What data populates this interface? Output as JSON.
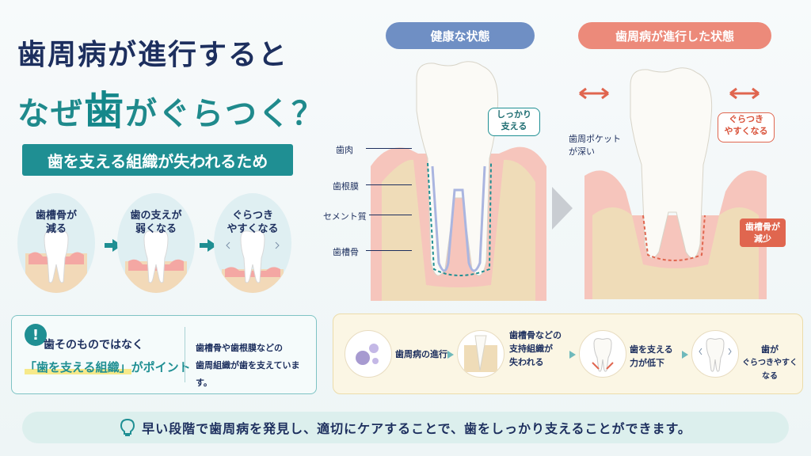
{
  "title": {
    "line1": "歯周病が進行すると",
    "line2_pre": "なぜ",
    "line2_big": "歯",
    "line2_post": "がぐらつく？"
  },
  "reason": "歯を支える組織が失われるため",
  "stages": [
    {
      "label_1": "歯槽骨が",
      "label_2": "減る"
    },
    {
      "label_1": "歯の支えが",
      "label_2": "弱くなる"
    },
    {
      "label_1": "ぐらつき",
      "label_2": "やすくなる"
    }
  ],
  "healthy": {
    "heading": "健康な状態",
    "callout_1": "しっかり",
    "callout_2": "支える",
    "labels": [
      "歯肉",
      "歯根膜",
      "セメント質",
      "歯槽骨"
    ]
  },
  "diseased": {
    "heading": "歯周病が進行した状態",
    "pocket_1": "歯周ポケット",
    "pocket_2": "が深い",
    "wobble_1": "ぐらつき",
    "wobble_2": "やすくなる",
    "bone_1": "歯槽骨が",
    "bone_2": "減少"
  },
  "note": {
    "icon": "exclamation-icon",
    "line1": "歯そのものではなく",
    "line2_quote": "「歯を支える組織」",
    "line2_post": "がポイント",
    "right_1": "歯槽骨や歯根膜などの",
    "right_2": "歯周組織が歯を支えています。"
  },
  "flow": [
    {
      "lines": [
        "歯周病の進行"
      ]
    },
    {
      "lines": [
        "歯槽骨などの",
        "支持組織が",
        "失われる"
      ]
    },
    {
      "lines": [
        "歯を支える",
        "力が低下"
      ]
    },
    {
      "lines": [
        "歯が",
        "ぐらつきやすくなる"
      ]
    }
  ],
  "footer": {
    "icon": "lightbulb-icon",
    "text": "早い段階で歯周病を発見し、適切にケアすることで、歯をしっかり支えることができます。"
  },
  "colors": {
    "navy": "#1d2f5e",
    "teal": "#1f8f93",
    "healthy_pill": "#6f8fc4",
    "disease_pill": "#ec8a7a",
    "red_arrow": "#e0664f"
  }
}
